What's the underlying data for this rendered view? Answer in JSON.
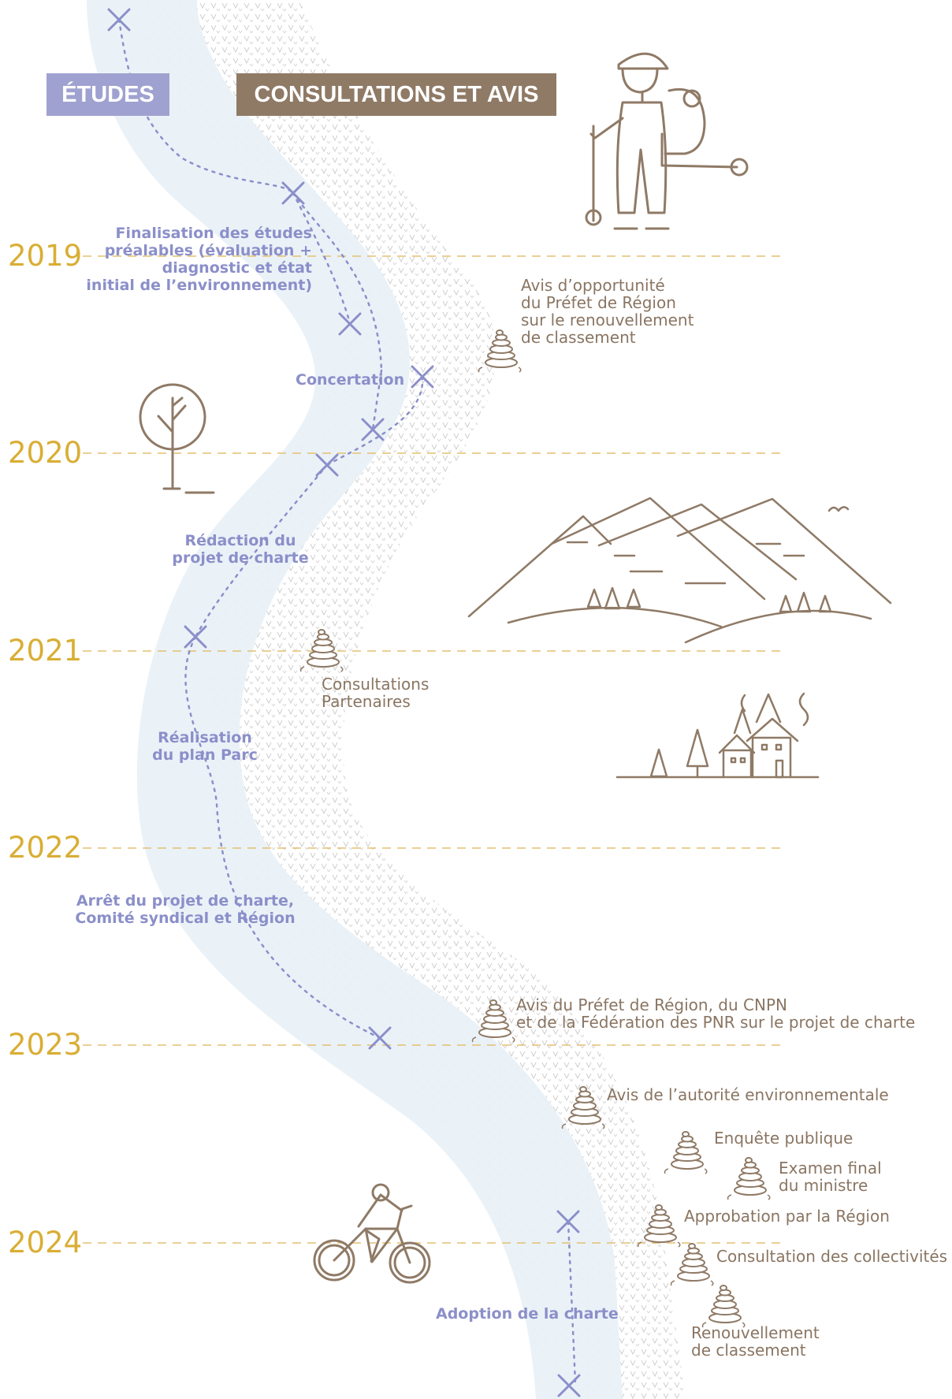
{
  "header": {
    "studies_tag": "ÉTUDES",
    "consultations_tag": "CONSULTATIONS ET AVIS"
  },
  "timeline": {
    "years": [
      "2019",
      "2020",
      "2021",
      "2022",
      "2023",
      "2024"
    ]
  },
  "studies": [
    {
      "lines": [
        "Finalisation des études",
        "préalables (évaluation +",
        "diagnostic et état",
        "initial de l’environnement)"
      ]
    },
    {
      "lines": [
        "Concertation"
      ]
    },
    {
      "lines": [
        "Rédaction du",
        "projet de charte"
      ]
    },
    {
      "lines": [
        "Réalisation",
        "du plan Parc"
      ]
    },
    {
      "lines": [
        "Arrêt du projet de charte,",
        "Comité syndical et Région"
      ]
    },
    {
      "lines": [
        "Adoption de la charte"
      ]
    }
  ],
  "consultations": [
    {
      "lines": [
        "Avis d’opportunité",
        "du Préfet de Région",
        "sur le renouvellement",
        "de classement"
      ]
    },
    {
      "lines": [
        "Consultations",
        "Partenaires"
      ]
    },
    {
      "lines": [
        "Avis du Préfet de Région, du CNPN",
        "et de la Fédération des PNR sur le projet de charte"
      ]
    },
    {
      "lines": [
        "Avis de l’autorité environnementale"
      ]
    },
    {
      "lines": [
        "Enquête publique"
      ]
    },
    {
      "lines": [
        "Examen final",
        "du ministre"
      ]
    },
    {
      "lines": [
        "Approbation par la Région"
      ]
    },
    {
      "lines": [
        "Consultation des collectivités"
      ]
    },
    {
      "lines": [
        "Renouvellement",
        "de classement"
      ]
    }
  ],
  "icons": [
    "hiker-icon",
    "tree-icon",
    "mountains-icon",
    "village-icon",
    "cyclist-icon",
    "cairn-icon",
    "cross-marker-icon"
  ],
  "colors": {
    "studies": "#9fa2d0",
    "studies_text": "#8b8fc9",
    "consultations": "#8f7a66",
    "year": "#d9ae34",
    "river": "#eaf1f8",
    "grass": "#c8c8c8"
  }
}
